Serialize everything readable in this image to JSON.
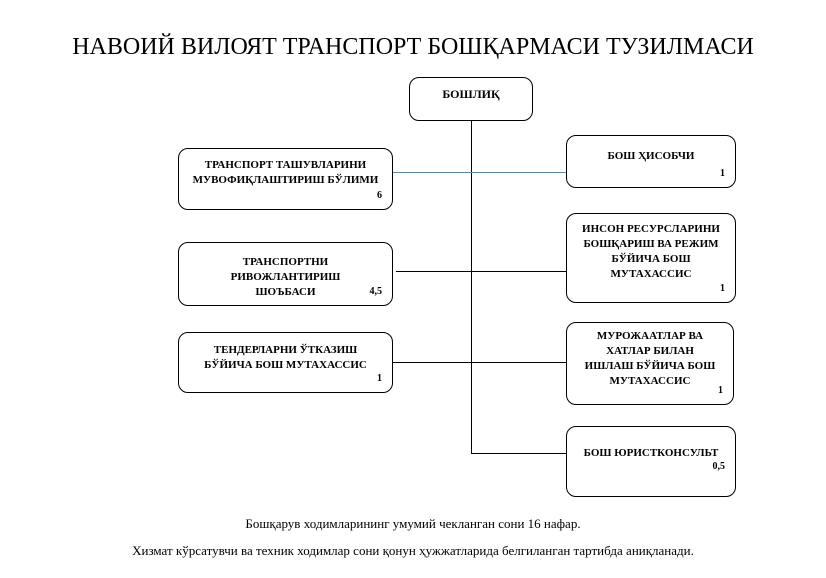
{
  "title": "НАВОИЙ ВИЛОЯТ ТРАНСПОРТ БОШҚАРМАСИ ТУЗИЛМАСИ",
  "head": {
    "label": "БОШЛИҚ"
  },
  "left": [
    {
      "label": "ТРАНСПОРТ ТАШУВЛАРИНИ МУВОФИҚЛАШТИРИШ БЎЛИМИ",
      "count": "6"
    },
    {
      "label": "ТРАНСПОРТНИ РИВОЖЛАНТИРИШ ШОЪБАСИ",
      "count": "4,5"
    },
    {
      "label": "ТЕНДЕРЛАРНИ ЎТКАЗИШ БЎЙИЧА БОШ МУТАХАССИС",
      "count": "1"
    }
  ],
  "right": [
    {
      "label": "БОШ ҲИСОБЧИ",
      "count": "1"
    },
    {
      "label": "ИНСОН РЕСУРСЛАРИНИ БОШҚАРИШ ВА РЕЖИМ БЎЙИЧА БОШ МУТАХАССИС",
      "count": "1"
    },
    {
      "label": "МУРОЖААТЛАР ВА ХАТЛАР БИЛАН ИШЛАШ БЎЙИЧА БОШ МУТАХАССИС",
      "count": "1"
    },
    {
      "label": "БОШ ЮРИСТКОНСУЛЬТ",
      "count": "0,5"
    }
  ],
  "footer": [
    "Бошқарув ходимларининг умумий чекланган сони 16 нафар.",
    "Хизмат кўрсатувчи ва техник ходимлар сони қонун ҳужжатларида белгиланган тартибда аниқланади."
  ],
  "colors": {
    "connector_blue": "#3b8fd9"
  }
}
